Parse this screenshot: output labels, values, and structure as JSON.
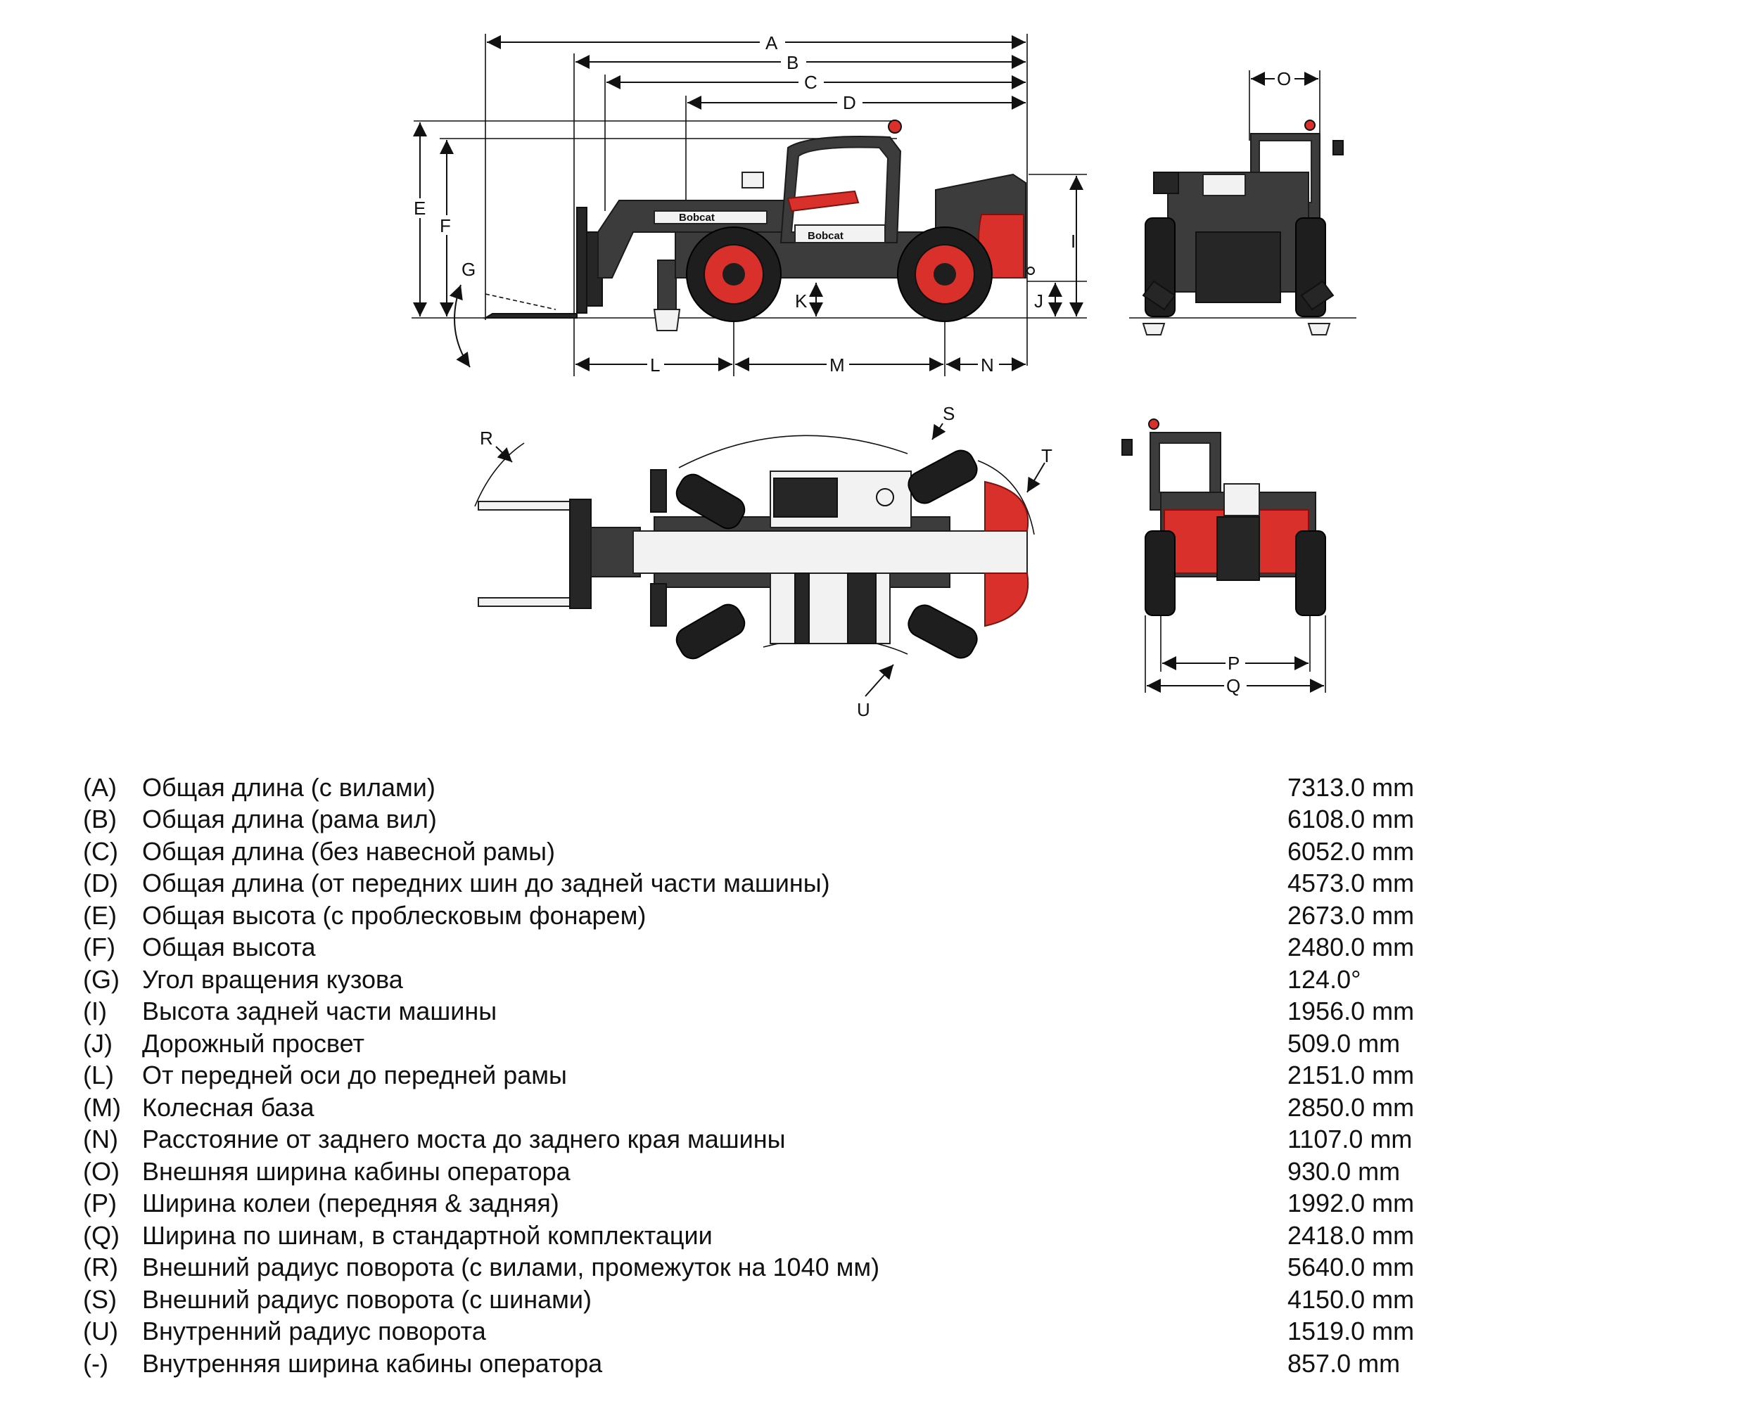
{
  "diagram": {
    "brand_labels": [
      "Bobcat",
      "Bobcat"
    ],
    "dimension_letters": {
      "A": "A",
      "B": "B",
      "C": "C",
      "D": "D",
      "E": "E",
      "F": "F",
      "G": "G",
      "I": "I",
      "J": "J",
      "K": "K",
      "L": "L",
      "M": "M",
      "N": "N",
      "O": "O",
      "P": "P",
      "Q": "Q",
      "R": "R",
      "S": "S",
      "T": "T",
      "U": "U"
    },
    "colors": {
      "body": "#3c3c3c",
      "accent": "#d9302b",
      "cab": "#f2f2f2"
    }
  },
  "specs": [
    {
      "code": "(A)",
      "label": "Общая длина (с вилами)",
      "value": "7313.0 mm"
    },
    {
      "code": "(B)",
      "label": "Общая длина (рама вил)",
      "value": "6108.0 mm"
    },
    {
      "code": "(C)",
      "label": "Общая длина (без навесной рамы)",
      "value": "6052.0 mm"
    },
    {
      "code": "(D)",
      "label": "Общая длина (от передних шин до задней части машины)",
      "value": "4573.0 mm"
    },
    {
      "code": "(E)",
      "label": "Общая высота (с проблесковым фонарем)",
      "value": "2673.0 mm"
    },
    {
      "code": "(F)",
      "label": "Общая высота",
      "value": "2480.0 mm"
    },
    {
      "code": "(G)",
      "label": "Угол вращения кузова",
      "value": "124.0°"
    },
    {
      "code": "(I)",
      "label": "Высота задней части машины",
      "value": "1956.0 mm"
    },
    {
      "code": "(J)",
      "label": "Дорожный просвет",
      "value": "509.0 mm"
    },
    {
      "code": "(L)",
      "label": "От передней оси до передней рамы",
      "value": "2151.0 mm"
    },
    {
      "code": "(M)",
      "label": "Колесная база",
      "value": "2850.0 mm"
    },
    {
      "code": "(N)",
      "label": "Расстояние от заднего моста до заднего края машины",
      "value": "1107.0 mm"
    },
    {
      "code": "(O)",
      "label": "Внешняя ширина кабины оператора",
      "value": "930.0 mm"
    },
    {
      "code": "(P)",
      "label": "Ширина колеи (передняя & задняя)",
      "value": "1992.0 mm"
    },
    {
      "code": "(Q)",
      "label": "Ширина по шинам, в стандартной комплектации",
      "value": "2418.0 mm"
    },
    {
      "code": "(R)",
      "label": "Внешний радиус поворота (с вилами, промежуток на 1040 мм)",
      "value": "5640.0 mm"
    },
    {
      "code": "(S)",
      "label": "Внешний радиус поворота (с шинами)",
      "value": "4150.0 mm"
    },
    {
      "code": "(U)",
      "label": "Внутренний радиус поворота",
      "value": "1519.0 mm"
    },
    {
      "code": "(-)",
      "label": "Внутренняя ширина кабины оператора",
      "value": "857.0 mm"
    }
  ]
}
